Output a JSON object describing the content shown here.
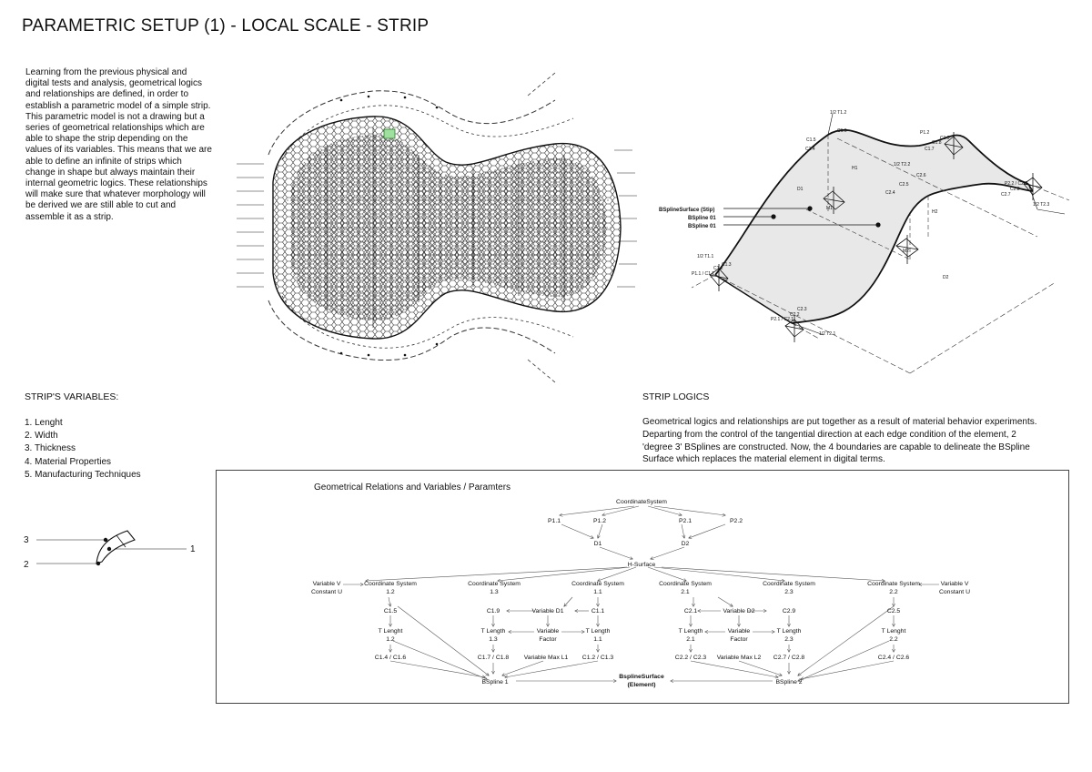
{
  "page": {
    "title": "PARAMETRIC SETUP (1) - LOCAL SCALE - STRIP",
    "intro": "Learning from the previous physical and digital tests and analysis, geometrical logics and relationships are defined, in order to establish a parametric model of a simple strip. This parametric model is not a drawing but a series of geometrical relationships which are able to shape the strip depending on the values of its variables. This means that we are able to define an infinite of strips which change in shape but always maintain their internal geometric logics. These relationships will make sure that whatever morphology will be derived we are still able to cut and assemble it as a strip."
  },
  "variables": {
    "heading": "STRIP'S VARIABLES:",
    "items": [
      "1. Lenght",
      "2. Width",
      "3. Thickness",
      "4. Material Properties",
      "5. Manufacturing Techniques"
    ]
  },
  "logics": {
    "heading": "STRIP LOGICS",
    "text": "Geometrical logics and relationships are put together as a result of material behavior experiments. Departing from the control of the tangential direction at each edge condition of the element, 2 'degree 3' BSplines are constructed. Now, the 4 boundaries are capable to delineate the BSpline Surface which replaces the material element in digital terms."
  },
  "strip_sketch": {
    "labels": [
      "3",
      "2",
      "1"
    ]
  },
  "strip_drawing": {
    "callouts": [
      "BSplineSurface (Stip)",
      "BSpline 01",
      "BSpline 01"
    ],
    "labels": [
      "1/2 T1.2",
      "C1.6",
      "C1.5",
      "C1.4",
      "H1",
      "D1",
      "M1",
      "1/2 T1.1",
      "C1.3",
      "P1.1 / C1.1",
      "C1.2",
      "P1.2",
      "1/2 T2.2",
      "C2.6",
      "C2.5",
      "C2.4",
      "H2",
      "M2",
      "D2",
      "P2.1 / C2.1",
      "C2.2",
      "C2.3",
      "1/2 T2.1",
      "P2.2 / C2.9",
      "C2.8",
      "C2.7",
      "1/2 T2.3",
      "C1.7",
      "C1.8",
      "C1.9"
    ]
  },
  "diagram": {
    "title": "Geometrical Relations and Variables / Paramters",
    "nodes": {
      "coordinate_system": "CoordinateSystem",
      "p11": "P1.1",
      "p12": "P1.2",
      "p21": "P2.1",
      "p22": "P2.2",
      "d1": "D1",
      "d2": "D2",
      "hsurface": "H-Surface",
      "var_v_left": "Variable V",
      "const_u_left": "Constant U",
      "var_v_right": "Variable V",
      "const_u_right": "Constant U",
      "cs12": [
        "Coordinate System",
        "1.2"
      ],
      "cs13": [
        "Coordinate System",
        "1.3"
      ],
      "cs11": [
        "Coordinate System",
        "1.1"
      ],
      "cs21": [
        "Coordinate System",
        "2.1"
      ],
      "cs23": [
        "Coordinate System",
        "2.3"
      ],
      "cs22": [
        "Coordinate System",
        "2.2"
      ],
      "c15": "C1.5",
      "c19": "C1.9",
      "vard1": "Variable D1",
      "c11": "C1.1",
      "c21": "C2.1",
      "vard2": "Variable D2",
      "c29": "C2.9",
      "c25": "C2.5",
      "tl12": [
        "T Lenght",
        "1.2"
      ],
      "tl13": [
        "T Length",
        "1.3"
      ],
      "vf1": [
        "Variable",
        "Factor"
      ],
      "tl11": [
        "T Length",
        "1.1"
      ],
      "tl21": [
        "T Length",
        "2.1"
      ],
      "vf2": [
        "Variable",
        "Factor"
      ],
      "tl23": [
        "T Length",
        "2.3"
      ],
      "tl22": [
        "T Lenght",
        "2.2"
      ],
      "c14c16": "C1.4 / C1.6",
      "c17c18": "C1.7 / C1.8",
      "vml1": "Variable Max L1",
      "c12c13": "C1.2 / C1.3",
      "c22c23": "C2.2 / C2.3",
      "vml2": "Variable Max L2",
      "c27c28": "C2.7 / C2.8",
      "c24c26": "C2.4 / C2.6",
      "bspline1": "BSpline 1",
      "bspline2": "BSpline 2",
      "bsurface": [
        "BsplineSurface",
        "(Element)"
      ]
    }
  }
}
